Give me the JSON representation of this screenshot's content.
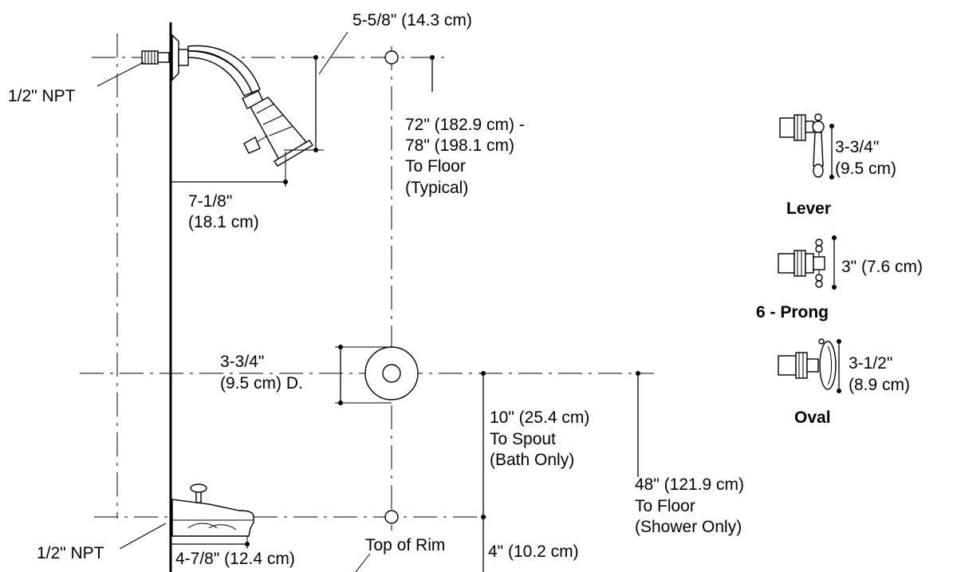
{
  "labels": {
    "top_dim": "5-5/8\" (14.3 cm)",
    "npt_top": "1/2\" NPT",
    "shower_height_1": "72\" (182.9 cm) -",
    "shower_height_2": "78\" (198.1 cm)",
    "shower_height_3": "To Floor",
    "shower_height_4": "(Typical)",
    "arm_reach_1": "7-1/8\"",
    "arm_reach_2": "(18.1 cm)",
    "escutcheon_1": "3-3/4\"",
    "escutcheon_2": "(9.5 cm) D.",
    "spout_1": "10\" (25.4 cm)",
    "spout_2": "To Spout",
    "spout_3": "(Bath Only)",
    "valve_floor_1": "48\" (121.9 cm)",
    "valve_floor_2": "To Floor",
    "valve_floor_3": "(Shower Only)",
    "npt_bottom": "1/2\" NPT",
    "spout_reach": "4-7/8\" (12.4 cm)",
    "top_of_rim": "Top of Rim",
    "rim_dim": "4\" (10.2 cm)"
  },
  "handles": {
    "lever": {
      "name": "Lever",
      "dim_1": "3-3/4\"",
      "dim_2": "(9.5 cm)"
    },
    "prong": {
      "name": "6 - Prong",
      "dim_1": "3\" (7.6 cm)"
    },
    "oval": {
      "name": "Oval",
      "dim_1": "3-1/2\"",
      "dim_2": "(8.9 cm)"
    }
  }
}
